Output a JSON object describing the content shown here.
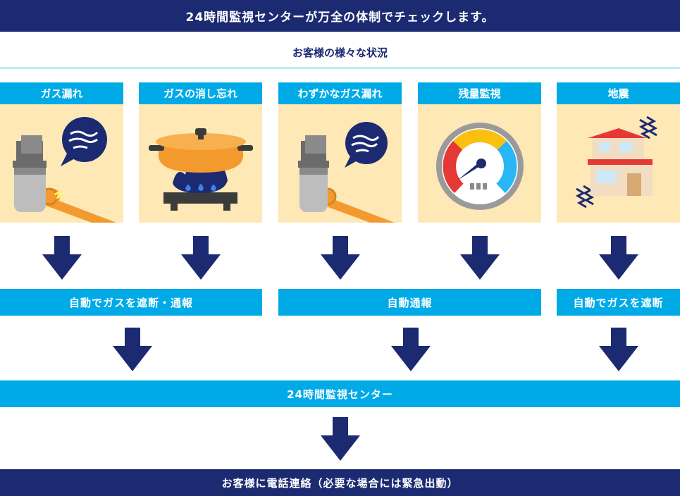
{
  "header": {
    "title": "24時間監視センターが万全の体制でチェックします。"
  },
  "subtitle": "お客様の様々な状況",
  "situations": [
    {
      "label": "ガス漏れ",
      "icon": "gas-meter-leak-icon"
    },
    {
      "label": "ガスの消し忘れ",
      "icon": "pot-on-stove-icon"
    },
    {
      "label": "わずかなガス漏れ",
      "icon": "gas-meter-small-leak-icon"
    },
    {
      "label": "残量監視",
      "icon": "gauge-icon"
    },
    {
      "label": "地震",
      "icon": "house-shaking-icon"
    }
  ],
  "actions": [
    {
      "label": "自動でガスを遮断・通報"
    },
    {
      "label": "自動通報"
    },
    {
      "label": "自動でガスを遮断"
    }
  ],
  "center": {
    "label": "24時間監視センター"
  },
  "footer": {
    "label": "お客様に電話連絡（必要な場合には緊急出動）"
  },
  "colors": {
    "navy": "#1c2a72",
    "cyan": "#00aae7",
    "panel": "#fde8b6",
    "orange": "#f39a2e"
  }
}
